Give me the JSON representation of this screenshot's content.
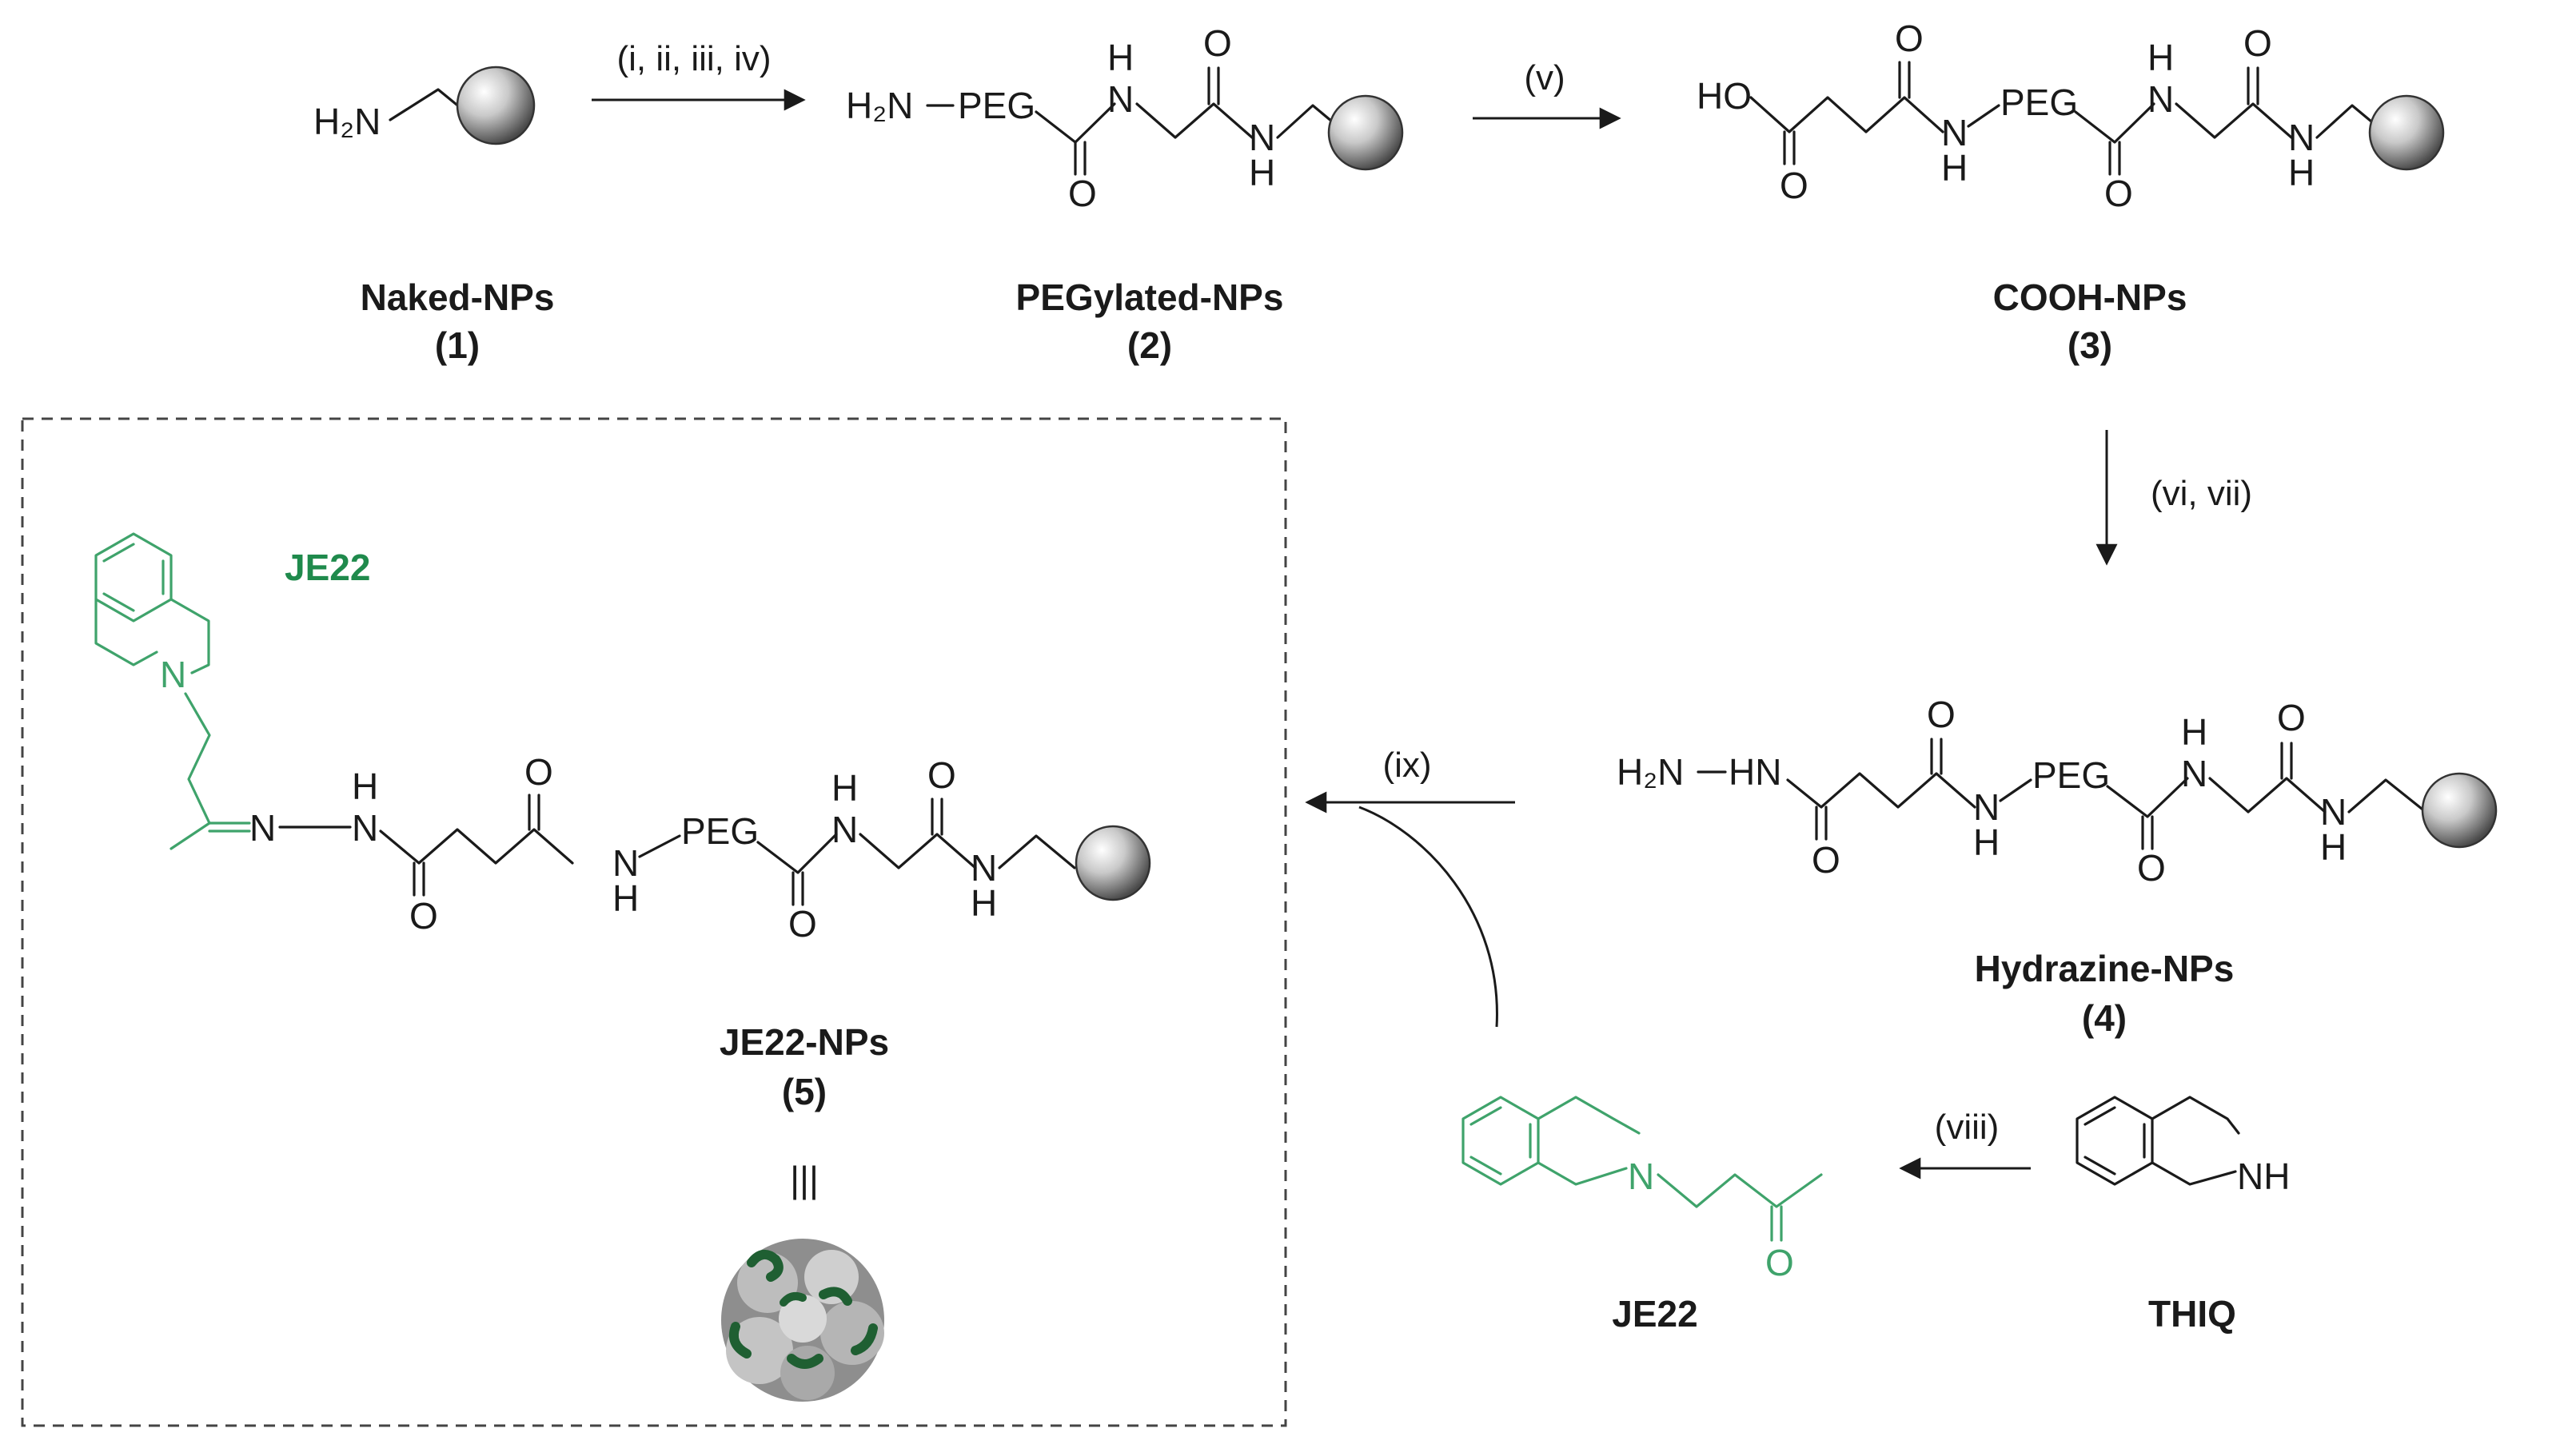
{
  "compounds": {
    "c1": {
      "name": "Naked-NPs",
      "num": "(1)"
    },
    "c2": {
      "name": "PEGylated-NPs",
      "num": "(2)"
    },
    "c3": {
      "name": "COOH-NPs",
      "num": "(3)"
    },
    "c4": {
      "name": "Hydrazine-NPs",
      "num": "(4)"
    },
    "c5": {
      "name": "JE22-NPs",
      "num": "(5)"
    },
    "je22": {
      "name": "JE22"
    },
    "thiq": {
      "name": "THIQ"
    }
  },
  "inset_label": "JE22",
  "equivalence": "|||",
  "conditions": {
    "step1": "(i, ii, iii, iv)",
    "step2": "(v)",
    "step3": "(vi, vii)",
    "step4": "(viii)",
    "step5": "(ix)"
  },
  "atoms": {
    "amine": "H₂N",
    "peg": "PEG",
    "h": "H",
    "n": "N",
    "o": "O",
    "ho": "HO",
    "hn": "HN",
    "nh": "NH"
  },
  "colors": {
    "ink": "#1a1a1a",
    "je22_green": "#3fa36b",
    "je22_title": "#1f8a4c",
    "box_dash": "#444444",
    "bead": "#9a9a9a"
  }
}
